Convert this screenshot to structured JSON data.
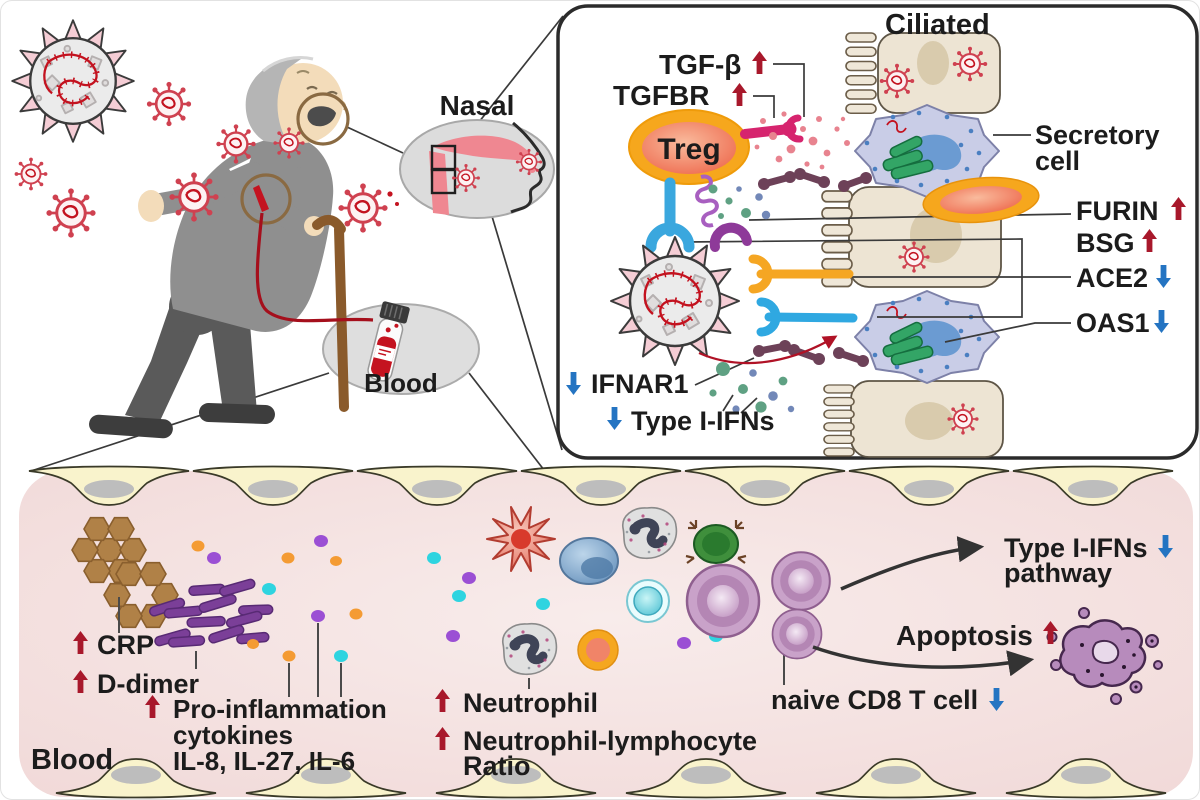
{
  "colors": {
    "increase_arrow": "#a8182b",
    "decrease_arrow": "#2474c2",
    "panel_border": "#2b2b2b",
    "blood_vessel_fill": "#f5e0df",
    "endothelium_fill": "#f9f3cc",
    "treg_ring": "#f6a71d",
    "virus_spike": "#f5cdd5",
    "rna_red": "#c3121f"
  },
  "icons": {
    "increase": "up-arrow",
    "decrease": "down-arrow",
    "virus": "coronavirus-particle",
    "blood_tube": "blood-sample-tube"
  },
  "scene": {
    "nasal_label": "Nasal",
    "blood_sample_label": "Blood"
  },
  "nasal_panel": {
    "ciliated_label": "Ciliated",
    "tgfb_label": "TGF-β",
    "tgfbr_label": "TGFBR",
    "treg_label": "Treg",
    "secretory_label_line1": "Secretory",
    "secretory_label_line2": "cell",
    "furin_label": "FURIN",
    "bsg_label": "BSG",
    "ace2_label": "ACE2",
    "oas1_label": "OAS1",
    "ifnar1_label": "IFNAR1",
    "type_ifns_label": "Type I-IFNs"
  },
  "blood_panel": {
    "blood_label": "Blood",
    "crp_label": "CRP",
    "ddimer_label": "D-dimer",
    "cytokines_label_line1": "Pro-inflammation",
    "cytokines_label_line2": "cytokines",
    "cytokines_label_line3": "IL-8, IL-27, IL-6",
    "neutrophil_label": "Neutrophil",
    "nl_ratio_label_line1": "Neutrophil-lymphocyte",
    "nl_ratio_label_line2": "Ratio",
    "naive_cd8_label": "naive CD8 T cell",
    "ifns_pathway_label_line1": "Type I-IFNs",
    "ifns_pathway_label_line2": "pathway",
    "apoptosis_label": "Apoptosis"
  }
}
